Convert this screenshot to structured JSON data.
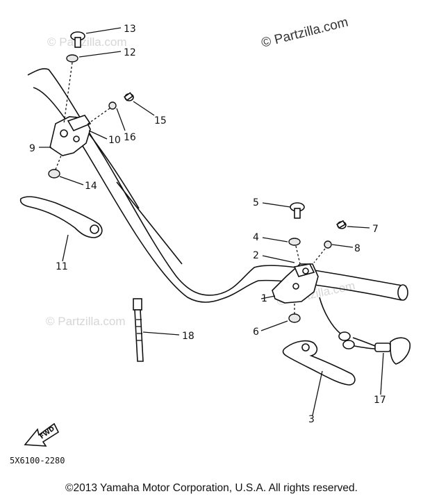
{
  "watermark": {
    "main": "© Partzilla.com",
    "faint": "© Partzilla.com"
  },
  "part_labels": [
    "1",
    "2",
    "3",
    "4",
    "5",
    "6",
    "7",
    "8",
    "9",
    "10",
    "11",
    "12",
    "13",
    "14",
    "15",
    "16",
    "17",
    "18"
  ],
  "diagram_code": "5X6100-2280",
  "fwd_label": "FWD",
  "copyright": "©2013 Yamaha Motor Corporation, U.S.A. All rights reserved."
}
